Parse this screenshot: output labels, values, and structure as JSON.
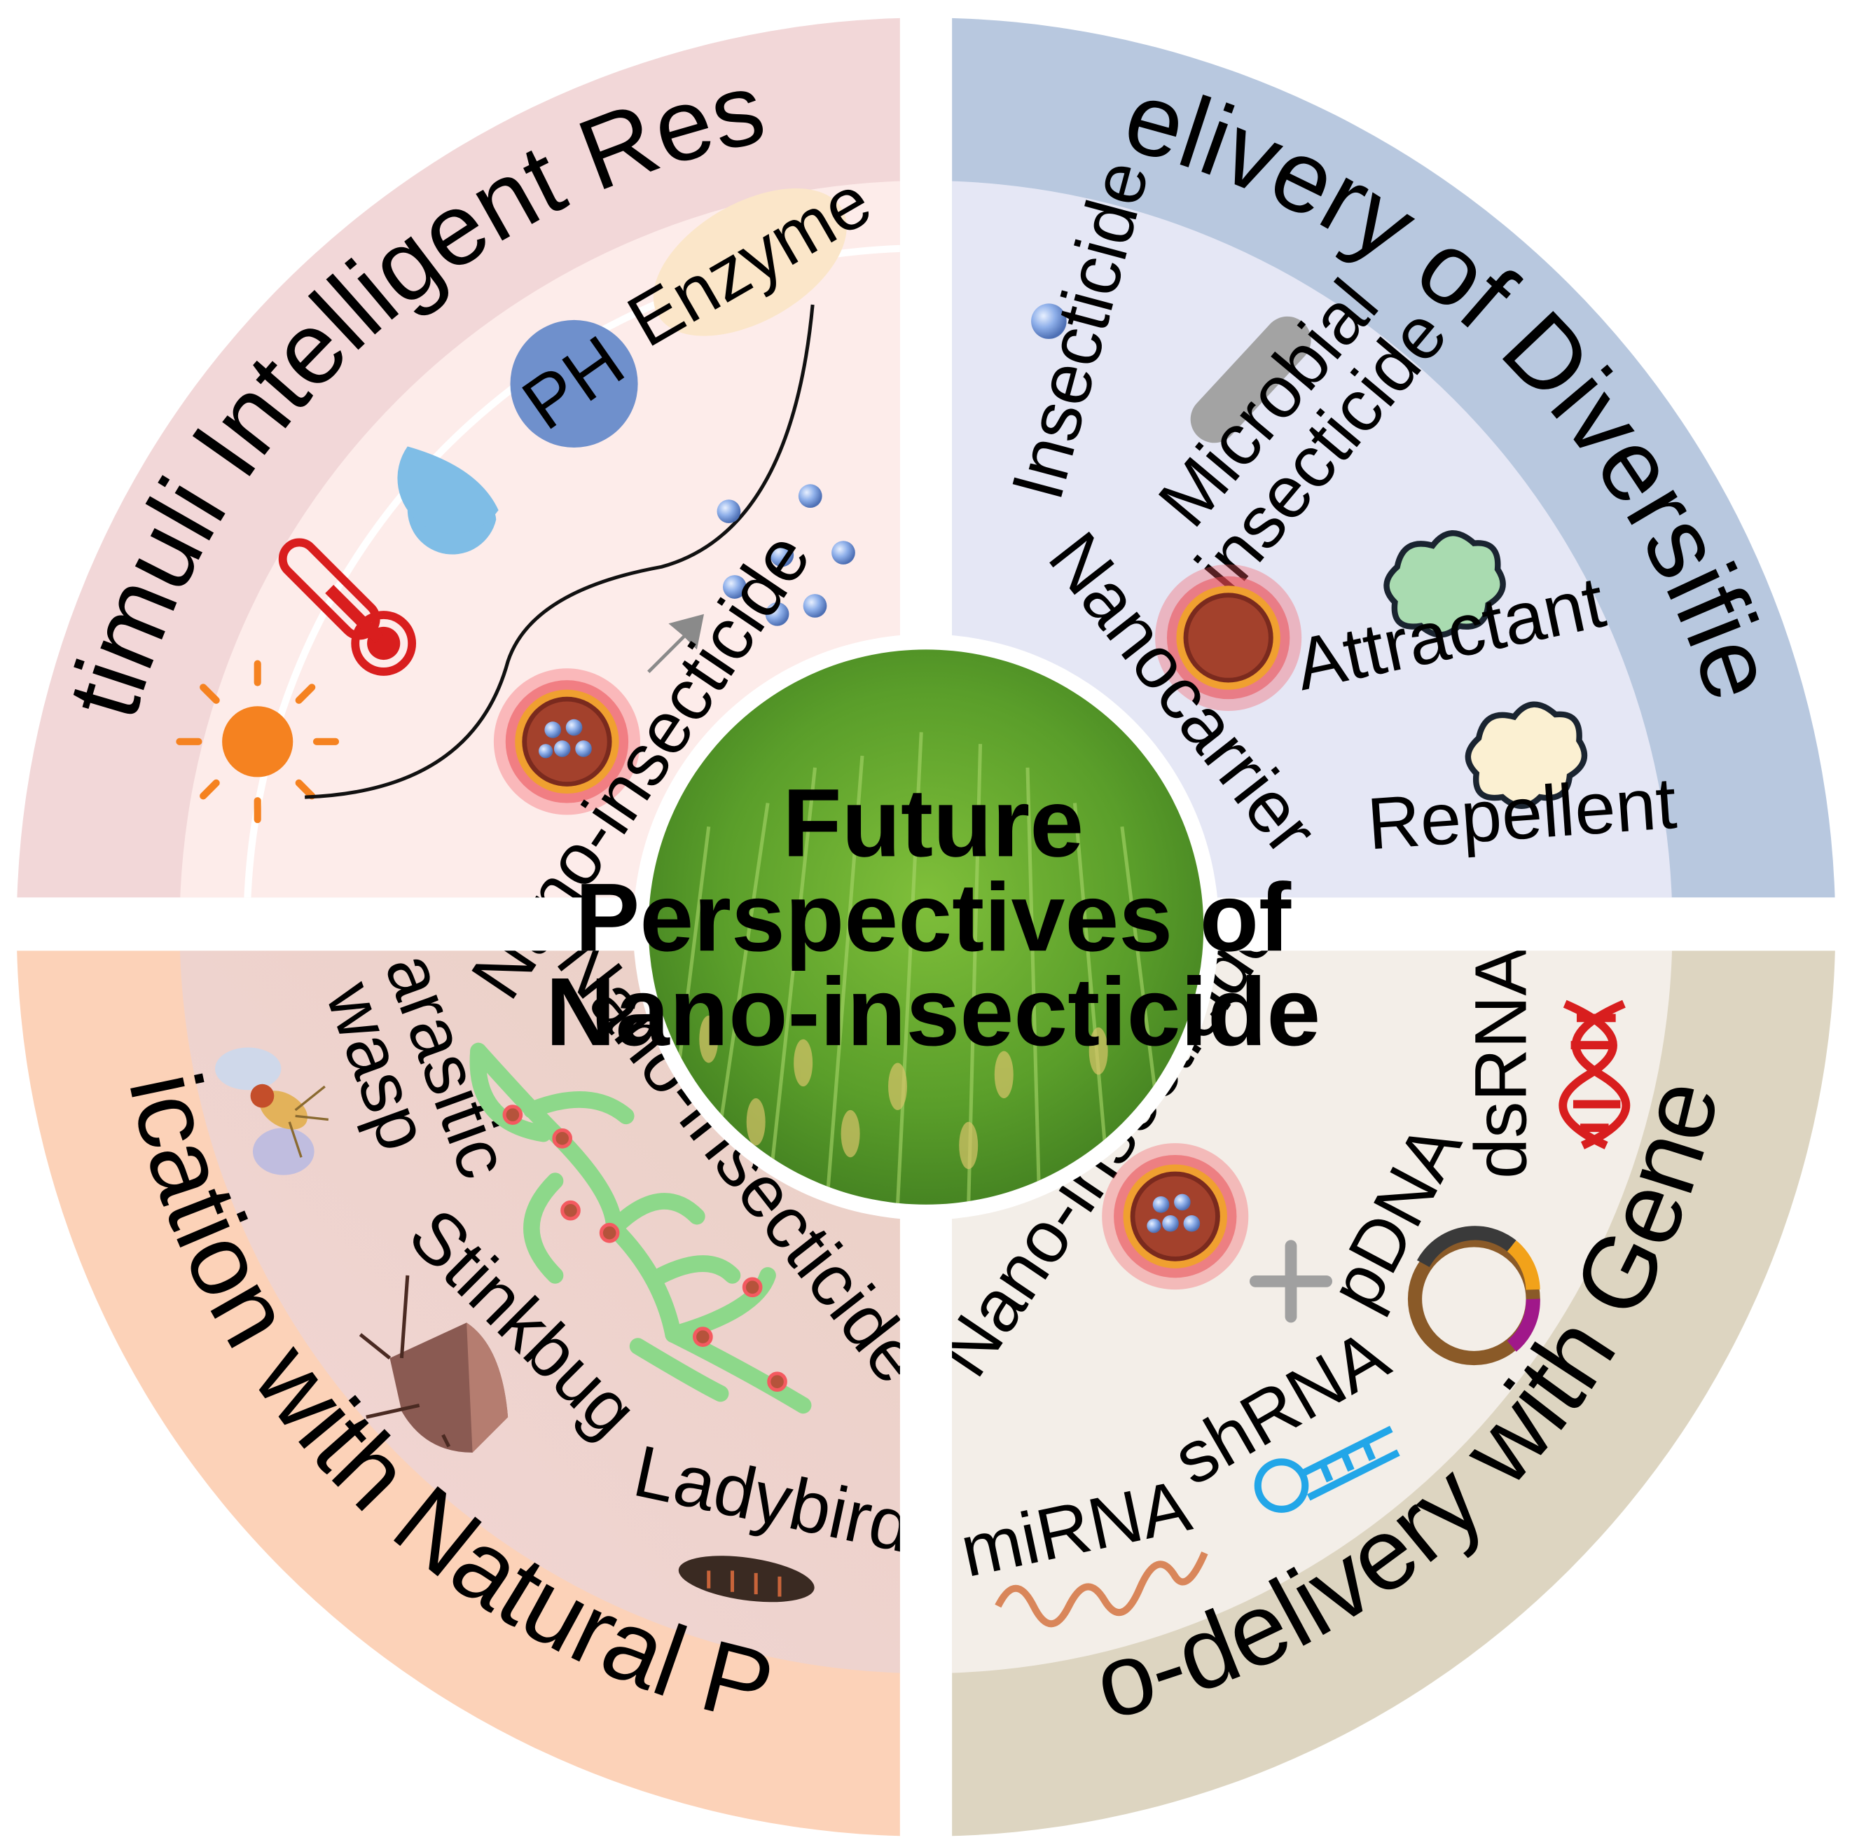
{
  "center": {
    "title_lines": [
      "Future",
      "Perspectives of",
      "Nano-insecticide"
    ]
  },
  "quadrants": {
    "top_left": {
      "arc_title": "Multi-stimuli Intelligent Response",
      "labels": {
        "enzyme": "Enzyme",
        "ph": "PH",
        "nano_insecticide": "Nano-insecticide"
      },
      "colors": {
        "outer": "#f2d7d8",
        "inner": "#fdeceb"
      }
    },
    "top_right": {
      "arc_title": "Co-delivery of Diversified AIs",
      "labels": {
        "insecticide": "Insecticide",
        "microbial_insecticide_1": "Microbial",
        "microbial_insecticide_2": "insecticide",
        "nanocarrier": "Nanocarrier",
        "attractant": "Attractant",
        "repellent": "Repellent"
      },
      "colors": {
        "outer": "#b8c8df",
        "inner": "#e5e7f5"
      }
    },
    "bottom_left": {
      "arc_title": "Co-application with Natural Predators",
      "labels": {
        "parasitic_wasp_1": "Parasitic",
        "parasitic_wasp_2": "wasp",
        "nano_insecticide": "Nano-insecticide",
        "stinkbug": "Stinkbug",
        "ladybird": "Ladybird"
      },
      "colors": {
        "outer": "#fcd2b8",
        "inner": "#f2d8d8",
        "gradient_end": "#b99a6a"
      }
    },
    "bottom_right": {
      "arc_title": "Co-delivery with Genes",
      "labels": {
        "nano_insecticide": "Nano-insecticide",
        "dsrna": "dsRNA",
        "pdna": "pDNA",
        "shrna": "shRNA",
        "mirna": "miRNA"
      },
      "colors": {
        "outer": "#ddd5c1",
        "inner": "#f3eee8"
      }
    }
  }
}
